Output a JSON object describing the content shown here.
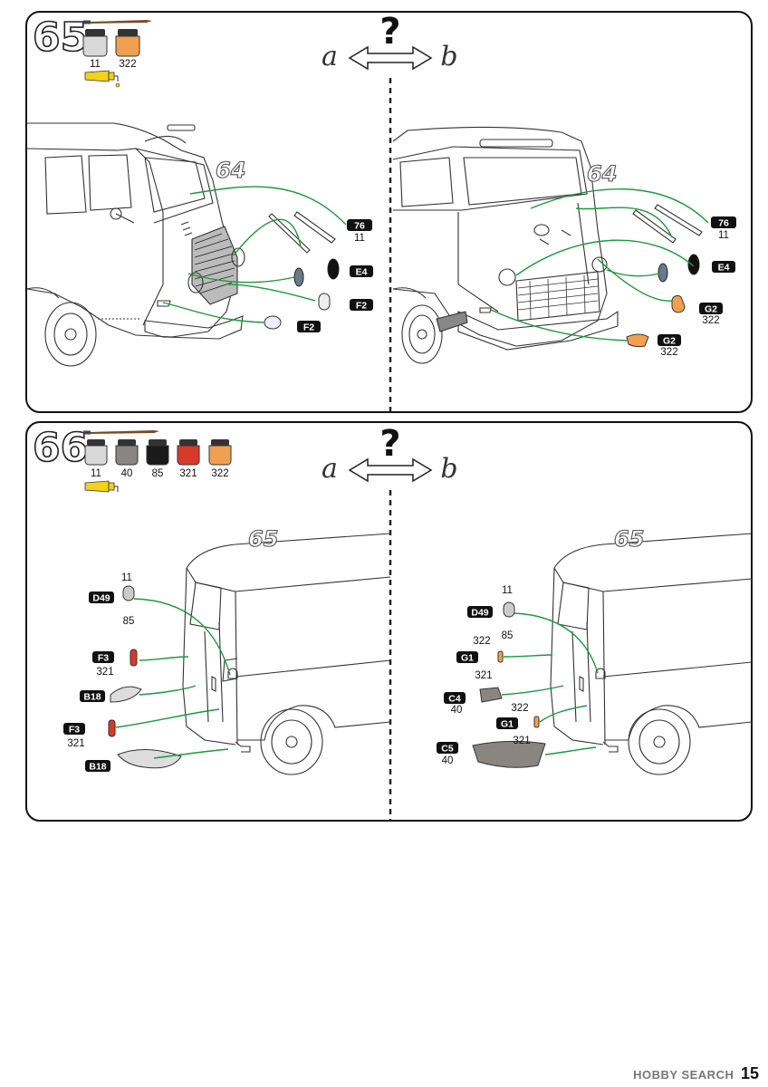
{
  "steps": [
    {
      "number": "65",
      "paints": [
        "11",
        "322"
      ],
      "paint_colors": [
        "#d8d8d8",
        "#f0a050"
      ],
      "question": "?",
      "option_a": "a",
      "option_b": "b",
      "ref_part": "64",
      "left_tags": [
        "76",
        "E4",
        "F2",
        "F2"
      ],
      "left_tag_paint": "11",
      "right_tags": [
        "76",
        "E4",
        "G2",
        "G2"
      ],
      "right_tag_paints": [
        "11",
        "322",
        "322"
      ]
    },
    {
      "number": "66",
      "paints": [
        "11",
        "40",
        "85",
        "321",
        "322"
      ],
      "paint_colors": [
        "#d8d8d8",
        "#8a8580",
        "#1a1a1a",
        "#d83a2a",
        "#f0a050"
      ],
      "question": "?",
      "option_a": "a",
      "option_b": "b",
      "ref_part": "65",
      "left_tags": [
        "D49",
        "F3",
        "B18",
        "F3",
        "B18"
      ],
      "left_tag_paints": [
        "11",
        "85",
        "321",
        "321"
      ],
      "right_tags": [
        "D49",
        "G1",
        "C4",
        "G1",
        "C5"
      ],
      "right_tag_paints": [
        "11",
        "85",
        "322",
        "321",
        "40",
        "322",
        "321",
        "40"
      ]
    }
  ],
  "footer": {
    "brand": "HOBBY SEARCH",
    "page": "15"
  },
  "colors": {
    "arrow": "#1a9a3a",
    "frame": "#111111"
  }
}
